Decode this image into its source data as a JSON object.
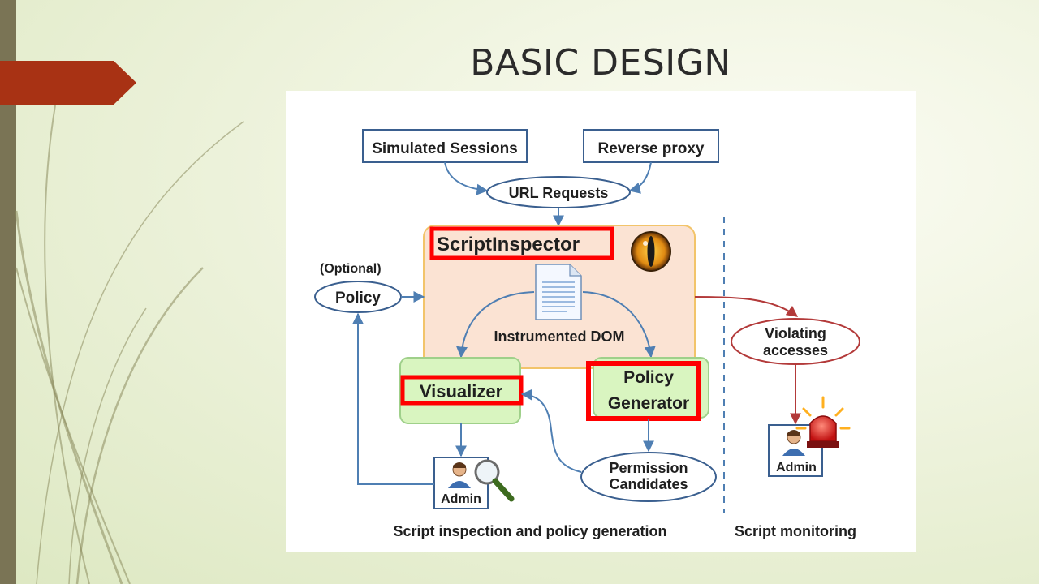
{
  "slide": {
    "title": "BASIC DESIGN"
  },
  "diagram": {
    "simulated_sessions": "Simulated Sessions",
    "reverse_proxy": "Reverse proxy",
    "url_requests": "URL Requests",
    "optional": "(Optional)",
    "policy": "Policy",
    "script_inspector": "ScriptInspector",
    "instrumented_dom": "Instrumented DOM",
    "visualizer": "Visualizer",
    "policy_generator_line1": "Policy",
    "policy_generator_line2": "Generator",
    "violating_line1": "Violating",
    "violating_line2": "accesses",
    "permission_line1": "Permission",
    "permission_line2": "Candidates",
    "admin_left": "Admin",
    "admin_right": "Admin",
    "caption_left": "Script inspection and policy generation",
    "caption_right": "Script monitoring"
  },
  "colors": {
    "accent_tab": "#a83214",
    "highlight_red": "#ff0000",
    "inspector_fill": "#fbe3d3",
    "green_fill": "#d9f5c0",
    "flow_blue": "#4f7fb3",
    "alert_red": "#b33a3a"
  },
  "icons": [
    "document-icon",
    "eye-icon",
    "admin-person-icon",
    "magnifier-icon",
    "alarm-siren-icon"
  ]
}
